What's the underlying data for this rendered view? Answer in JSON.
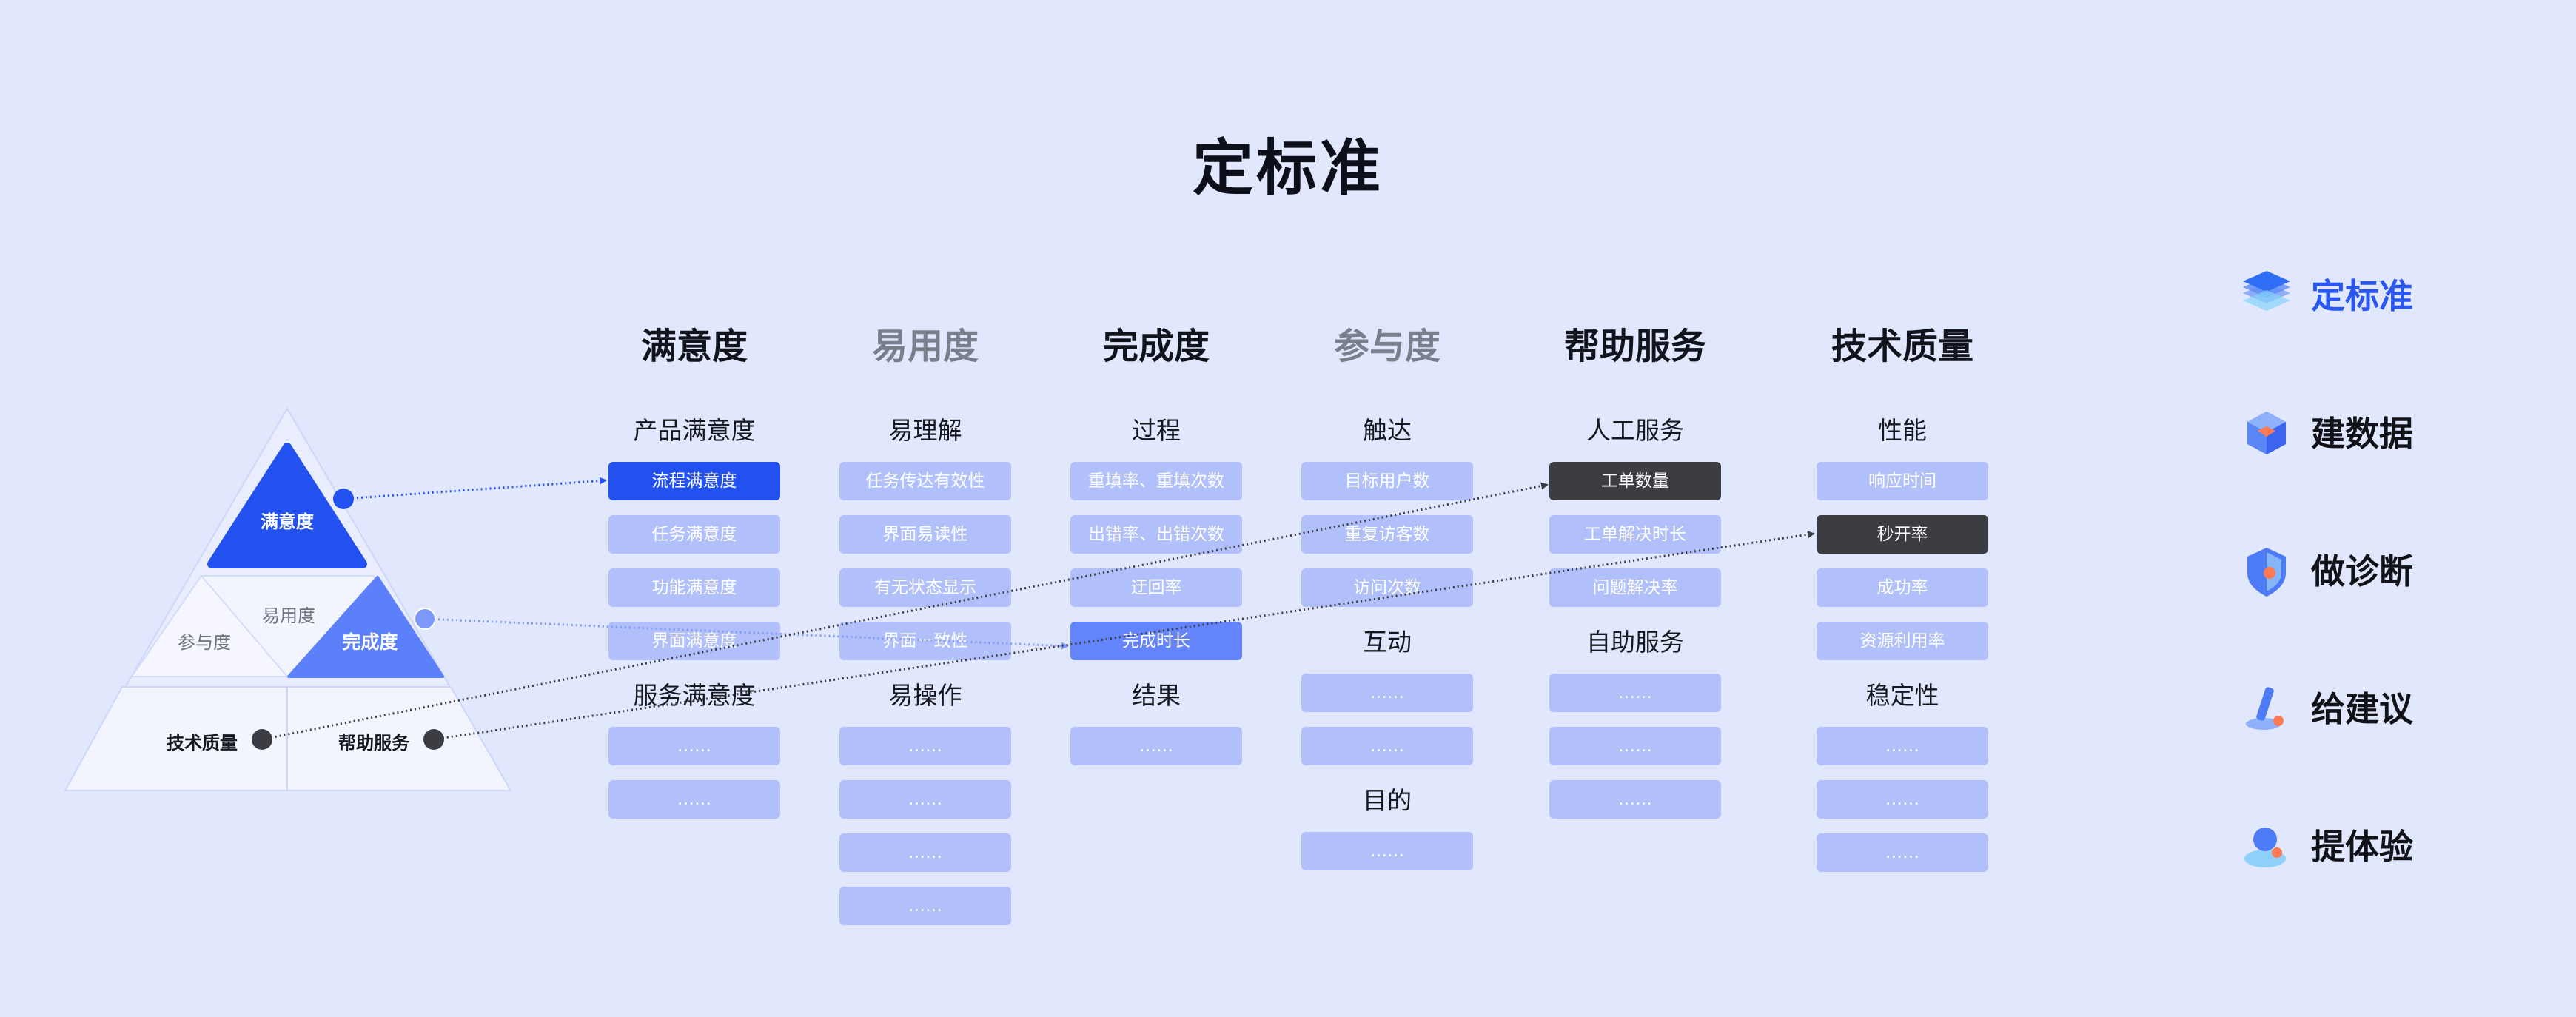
{
  "title": "定标准",
  "pyramid": {
    "top": "满意度",
    "mid_left": "参与度",
    "mid_center": "易用度",
    "mid_right": "完成度",
    "bottom_left": "技术质量",
    "bottom_right": "帮助服务"
  },
  "columns": [
    {
      "heading": "满意度",
      "muted": false,
      "groups": [
        {
          "title": "产品满意度",
          "items": [
            {
              "text": "流程满意度",
              "style": "blue"
            },
            {
              "text": "任务满意度"
            },
            {
              "text": "功能满意度"
            },
            {
              "text": "界面满意度"
            }
          ]
        },
        {
          "title": "服务满意度",
          "items": [
            {
              "text": "……"
            },
            {
              "text": "……"
            }
          ]
        }
      ]
    },
    {
      "heading": "易用度",
      "muted": true,
      "groups": [
        {
          "title": "易理解",
          "items": [
            {
              "text": "任务传达有效性"
            },
            {
              "text": "界面易读性"
            },
            {
              "text": "有无状态显示"
            },
            {
              "text": "界面一致性"
            }
          ]
        },
        {
          "title": "易操作",
          "items": [
            {
              "text": "……"
            },
            {
              "text": "……"
            },
            {
              "text": "……"
            },
            {
              "text": "……"
            }
          ]
        }
      ]
    },
    {
      "heading": "完成度",
      "muted": false,
      "groups": [
        {
          "title": "过程",
          "items": [
            {
              "text": "重填率、重填次数"
            },
            {
              "text": "出错率、出错次数"
            },
            {
              "text": "迂回率"
            },
            {
              "text": "完成时长",
              "style": "lblue"
            }
          ]
        },
        {
          "title": "结果",
          "items": [
            {
              "text": "……"
            }
          ]
        }
      ]
    },
    {
      "heading": "参与度",
      "muted": true,
      "groups": [
        {
          "title": "触达",
          "items": [
            {
              "text": "目标用户数"
            },
            {
              "text": "重复访客数"
            },
            {
              "text": "访问次数"
            }
          ]
        },
        {
          "title": "互动",
          "items": [
            {
              "text": "……"
            },
            {
              "text": "……"
            }
          ]
        },
        {
          "title": "目的",
          "items": [
            {
              "text": "……"
            }
          ]
        }
      ]
    },
    {
      "heading": "帮助服务",
      "muted": false,
      "groups": [
        {
          "title": "人工服务",
          "items": [
            {
              "text": "工单数量",
              "style": "dark"
            },
            {
              "text": "工单解决时长"
            },
            {
              "text": "问题解决率"
            }
          ]
        },
        {
          "title": "自助服务",
          "items": [
            {
              "text": "……"
            },
            {
              "text": "……"
            },
            {
              "text": "……"
            }
          ]
        }
      ]
    },
    {
      "heading": "技术质量",
      "muted": false,
      "groups": [
        {
          "title": "性能",
          "items": [
            {
              "text": "响应时间"
            },
            {
              "text": "秒开率",
              "style": "dark"
            },
            {
              "text": "成功率"
            },
            {
              "text": "资源利用率"
            }
          ]
        },
        {
          "title": "稳定性",
          "items": [
            {
              "text": "……"
            },
            {
              "text": "……"
            },
            {
              "text": "……"
            }
          ]
        }
      ]
    }
  ],
  "nav": [
    {
      "label": "定标准",
      "icon": "layers-icon",
      "active": true
    },
    {
      "label": "建数据",
      "icon": "cube-icon",
      "active": false
    },
    {
      "label": "做诊断",
      "icon": "shield-icon",
      "active": false
    },
    {
      "label": "给建议",
      "icon": "pen-icon",
      "active": false
    },
    {
      "label": "提体验",
      "icon": "person-icon",
      "active": false
    }
  ],
  "colors": {
    "background": "#e1e7fd",
    "accent": "#2251f0",
    "accent_light": "#6384fb",
    "item": "#b1c0fb",
    "dark": "#3b3d42"
  }
}
